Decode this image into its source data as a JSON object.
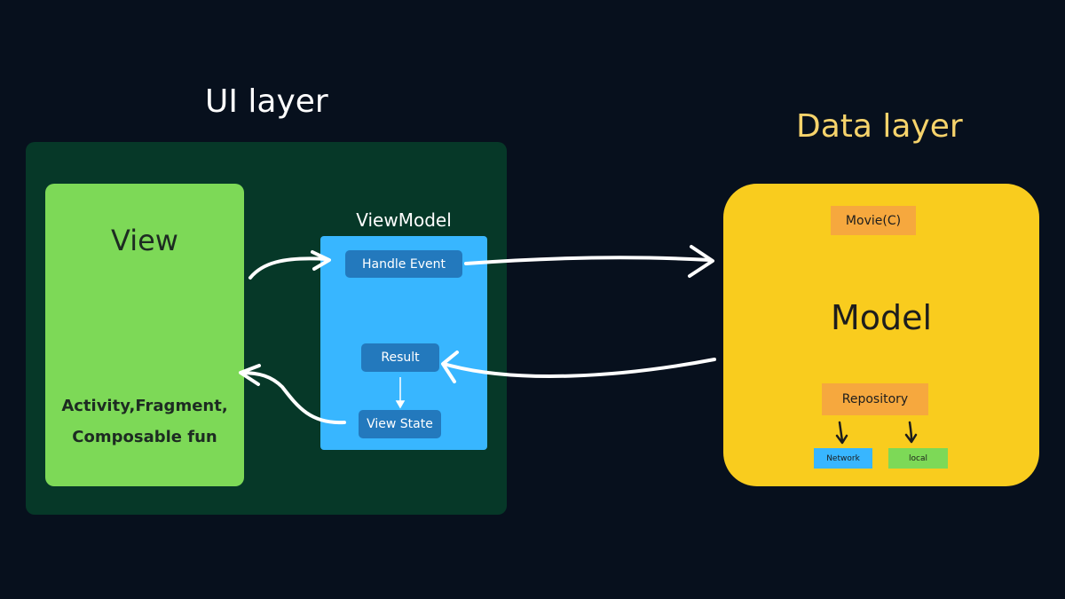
{
  "ui_layer": {
    "title": "UI layer",
    "view": {
      "title": "View",
      "subtitle_line1": "Activity,Fragment,",
      "subtitle_line2": "Composable fun"
    },
    "viewmodel": {
      "label": "ViewModel",
      "handle_event": "Handle Event",
      "result": "Result",
      "view_state": "View State"
    }
  },
  "data_layer": {
    "title": "Data layer",
    "model": {
      "title": "Model",
      "movie_tag": "Movie(C)",
      "repository": "Repository",
      "network": "Network",
      "local": "local"
    }
  },
  "colors": {
    "background": "#07101d",
    "ui_panel": "#063828",
    "view": "#7dd957",
    "viewmodel": "#38b6ff",
    "viewmodel_pill": "#2379bd",
    "model": "#f9cc1e",
    "model_tag": "#f6a83e",
    "data_title": "#f6d36b"
  }
}
